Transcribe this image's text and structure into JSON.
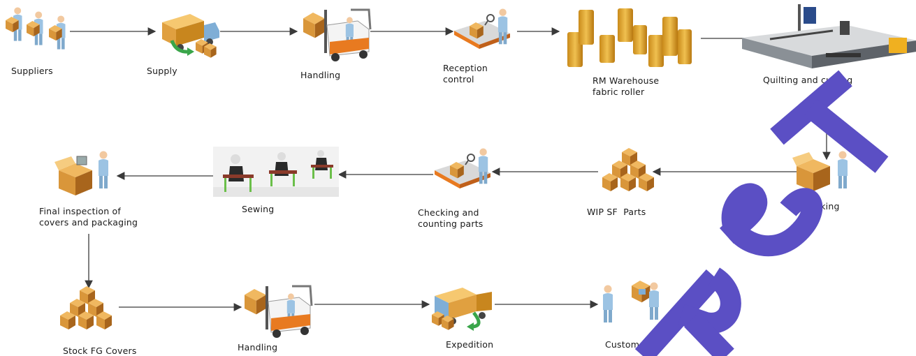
{
  "nodes": {
    "suppliers": {
      "label": "Suppliers",
      "icon": "suppliers-icon"
    },
    "supply": {
      "label": "Supply",
      "icon": "delivery-truck-icon"
    },
    "handling_1": {
      "label": "Handling",
      "icon": "forklift-icon"
    },
    "reception_control": {
      "label_line1": "Reception",
      "label_line2": "control",
      "icon": "inspection-conveyor-icon"
    },
    "rm_warehouse": {
      "label_line1": "RM Warehouse",
      "label_line2": "fabric roller",
      "icon": "fabric-rolls-icon"
    },
    "quilting_cutting": {
      "label": "Quilting and cutting",
      "icon": "cutting-machine-icon"
    },
    "picking": {
      "label": "Picking",
      "icon": "picking-worker-icon"
    },
    "wip_sf_parts": {
      "label": "WIP SF  Parts",
      "icon": "box-stack-icon"
    },
    "checking_counting": {
      "label_line1": "Checking and",
      "label_line2": "counting parts",
      "icon": "inspection-conveyor-icon"
    },
    "sewing": {
      "label": "Sewing",
      "icon": "sewing-workers-icon"
    },
    "final_inspection": {
      "label_line1": "Final inspection of",
      "label_line2": "covers and packaging",
      "icon": "packaging-worker-icon"
    },
    "stock_fg_covers": {
      "label": "Stock FG Covers",
      "icon": "box-stack-icon"
    },
    "handling_2": {
      "label": "Handling",
      "icon": "forklift-icon"
    },
    "expedition": {
      "label": "Expedition",
      "icon": "delivery-truck-icon"
    },
    "customer": {
      "label": "Customer",
      "icon": "customer-icon"
    }
  },
  "watermark": {
    "text": "RST",
    "color": "#5b4fc4"
  },
  "colors": {
    "box": "#d9963a",
    "box_dark": "#a8651c",
    "person": "#9cc3e3",
    "arrow": "#3a3a3a",
    "truck": "#f0a020",
    "machine": "#c8ccd0"
  }
}
